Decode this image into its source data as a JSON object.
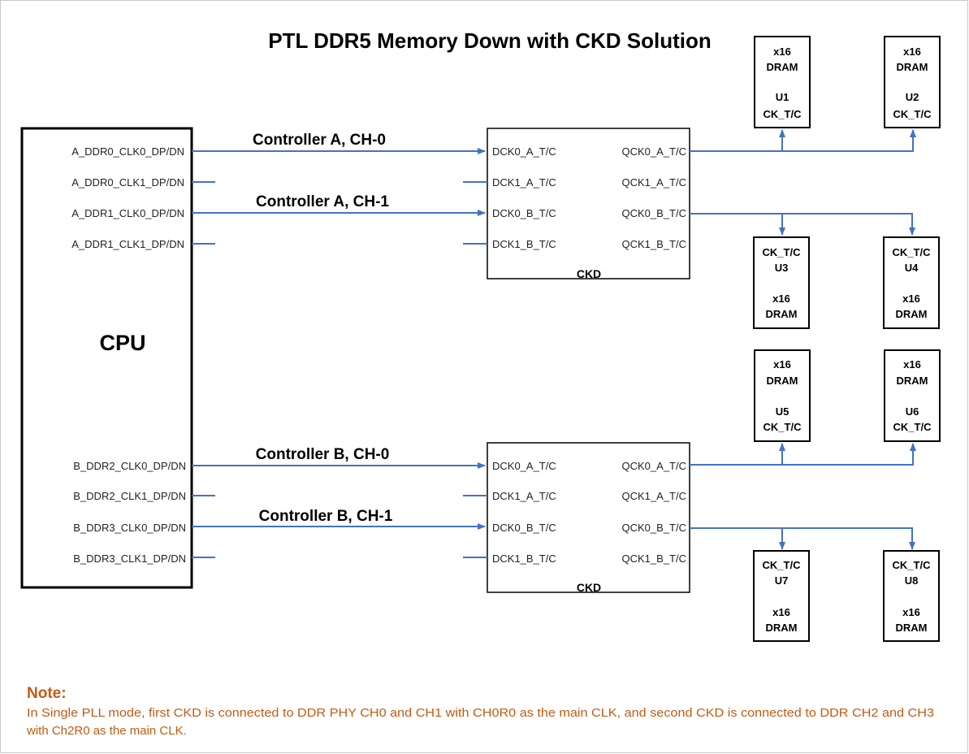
{
  "title": "PTL DDR5 Memory Down with CKD Solution",
  "cpu": {
    "label": "CPU",
    "pins": [
      "A_DDR0_CLK0_DP/DN",
      "A_DDR0_CLK1_DP/DN",
      "A_DDR1_CLK0_DP/DN",
      "A_DDR1_CLK1_DP/DN",
      "B_DDR2_CLK0_DP/DN",
      "B_DDR2_CLK1_DP/DN",
      "B_DDR3_CLK0_DP/DN",
      "B_DDR3_CLK1_DP/DN"
    ]
  },
  "controllers": [
    "Controller A, CH-0",
    "Controller A, CH-1",
    "Controller B, CH-0",
    "Controller B, CH-1"
  ],
  "ckd": [
    {
      "label": "CKD",
      "inputs": [
        "DCK0_A_T/C",
        "DCK1_A_T/C",
        "DCK0_B_T/C",
        "DCK1_B_T/C"
      ],
      "outputs": [
        "QCK0_A_T/C",
        "QCK1_A_T/C",
        "QCK0_B_T/C",
        "QCK1_B_T/C"
      ]
    },
    {
      "label": "CKD",
      "inputs": [
        "DCK0_A_T/C",
        "DCK1_A_T/C",
        "DCK0_B_T/C",
        "DCK1_B_T/C"
      ],
      "outputs": [
        "QCK0_A_T/C",
        "QCK1_A_T/C",
        "QCK0_B_T/C",
        "QCK1_B_T/C"
      ]
    }
  ],
  "drams": [
    {
      "id": "U1",
      "width": "x16",
      "type": "DRAM",
      "clk": "CK_T/C"
    },
    {
      "id": "U2",
      "width": "x16",
      "type": "DRAM",
      "clk": "CK_T/C"
    },
    {
      "id": "U3",
      "width": "x16",
      "type": "DRAM",
      "clk": "CK_T/C"
    },
    {
      "id": "U4",
      "width": "x16",
      "type": "DRAM",
      "clk": "CK_T/C"
    },
    {
      "id": "U5",
      "width": "x16",
      "type": "DRAM",
      "clk": "CK_T/C"
    },
    {
      "id": "U6",
      "width": "x16",
      "type": "DRAM",
      "clk": "CK_T/C"
    },
    {
      "id": "U7",
      "width": "x16",
      "type": "DRAM",
      "clk": "CK_T/C"
    },
    {
      "id": "U8",
      "width": "x16",
      "type": "DRAM",
      "clk": "CK_T/C"
    }
  ],
  "note": {
    "heading": "Note:",
    "line1": "In Single PLL mode, first CKD is connected to DDR PHY CH0 and CH1 with CH0R0 as the main CLK, and second CKD is connected to DDR CH2 and CH3",
    "line2": "with Ch2R0 as the main CLK."
  },
  "colors": {
    "wire": "#4472c4",
    "note": "#c55a11",
    "border": "#000000"
  }
}
